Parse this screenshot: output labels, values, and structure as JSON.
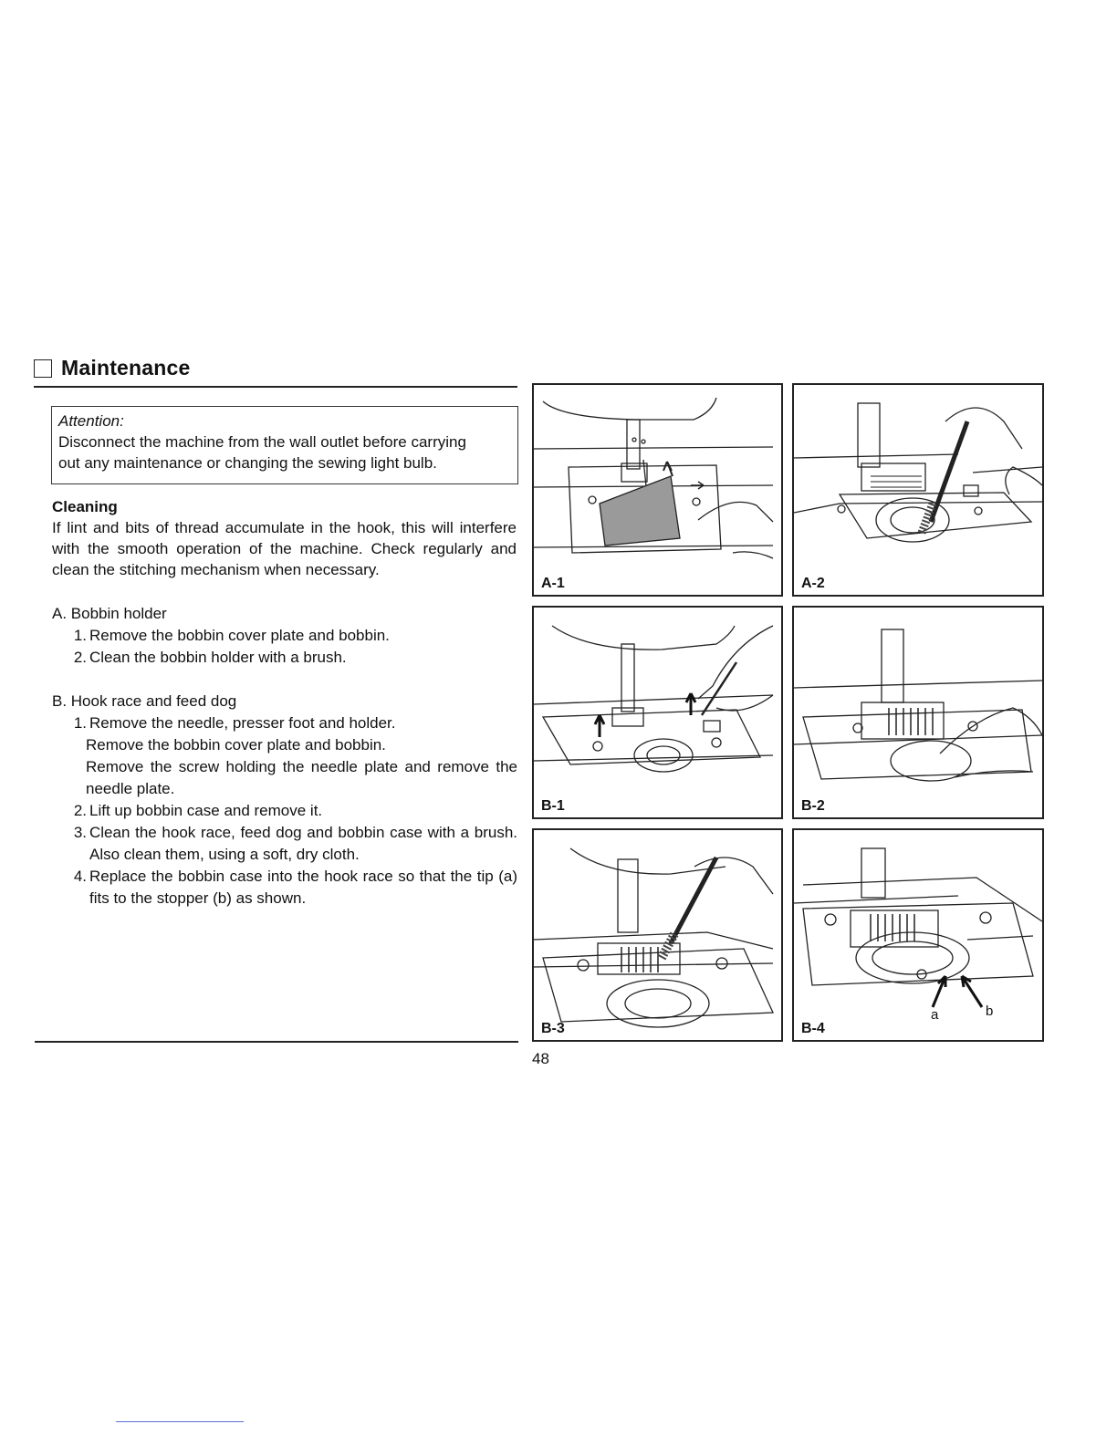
{
  "heading": {
    "title": "Maintenance"
  },
  "attention": {
    "title": "Attention:",
    "lines": [
      "Disconnect the machine from the wall outlet before carrying",
      "out any maintenance or changing the sewing light bulb."
    ]
  },
  "cleaning": {
    "title": "Cleaning",
    "text": "If lint and bits of thread accumulate in the hook, this will interfere with the smooth operation of the machine. Check regularly and clean the stitching mechanism when necessary."
  },
  "section_a": {
    "title": "A. Bobbin holder",
    "steps": [
      {
        "num": "1.",
        "text": "Remove the bobbin cover plate and bobbin."
      },
      {
        "num": "2.",
        "text": "Clean the bobbin holder with a brush."
      }
    ]
  },
  "section_b": {
    "title": "B. Hook race and feed dog",
    "step1": {
      "num": "1.",
      "text": "Remove the needle, presser foot and holder.",
      "sub": [
        "Remove the bobbin cover plate and bobbin.",
        "Remove the screw holding the needle plate and remove the needle plate."
      ]
    },
    "step2": {
      "num": "2.",
      "text": "Lift up bobbin case and remove it."
    },
    "step3": {
      "num": "3.",
      "text": "Clean the hook race, feed dog and bobbin case with a brush.  Also clean them, using a soft, dry cloth."
    },
    "step4": {
      "num": "4.",
      "text": "Replace the bobbin case into the hook race so that the tip (a) fits to the stopper (b) as shown."
    }
  },
  "figures": {
    "a1": "A-1",
    "a2": "A-2",
    "b1": "B-1",
    "b2": "B-2",
    "b3": "B-3",
    "b4": "B-4",
    "b4_marker_a": "a",
    "b4_marker_b": "b"
  },
  "page_number": "48"
}
